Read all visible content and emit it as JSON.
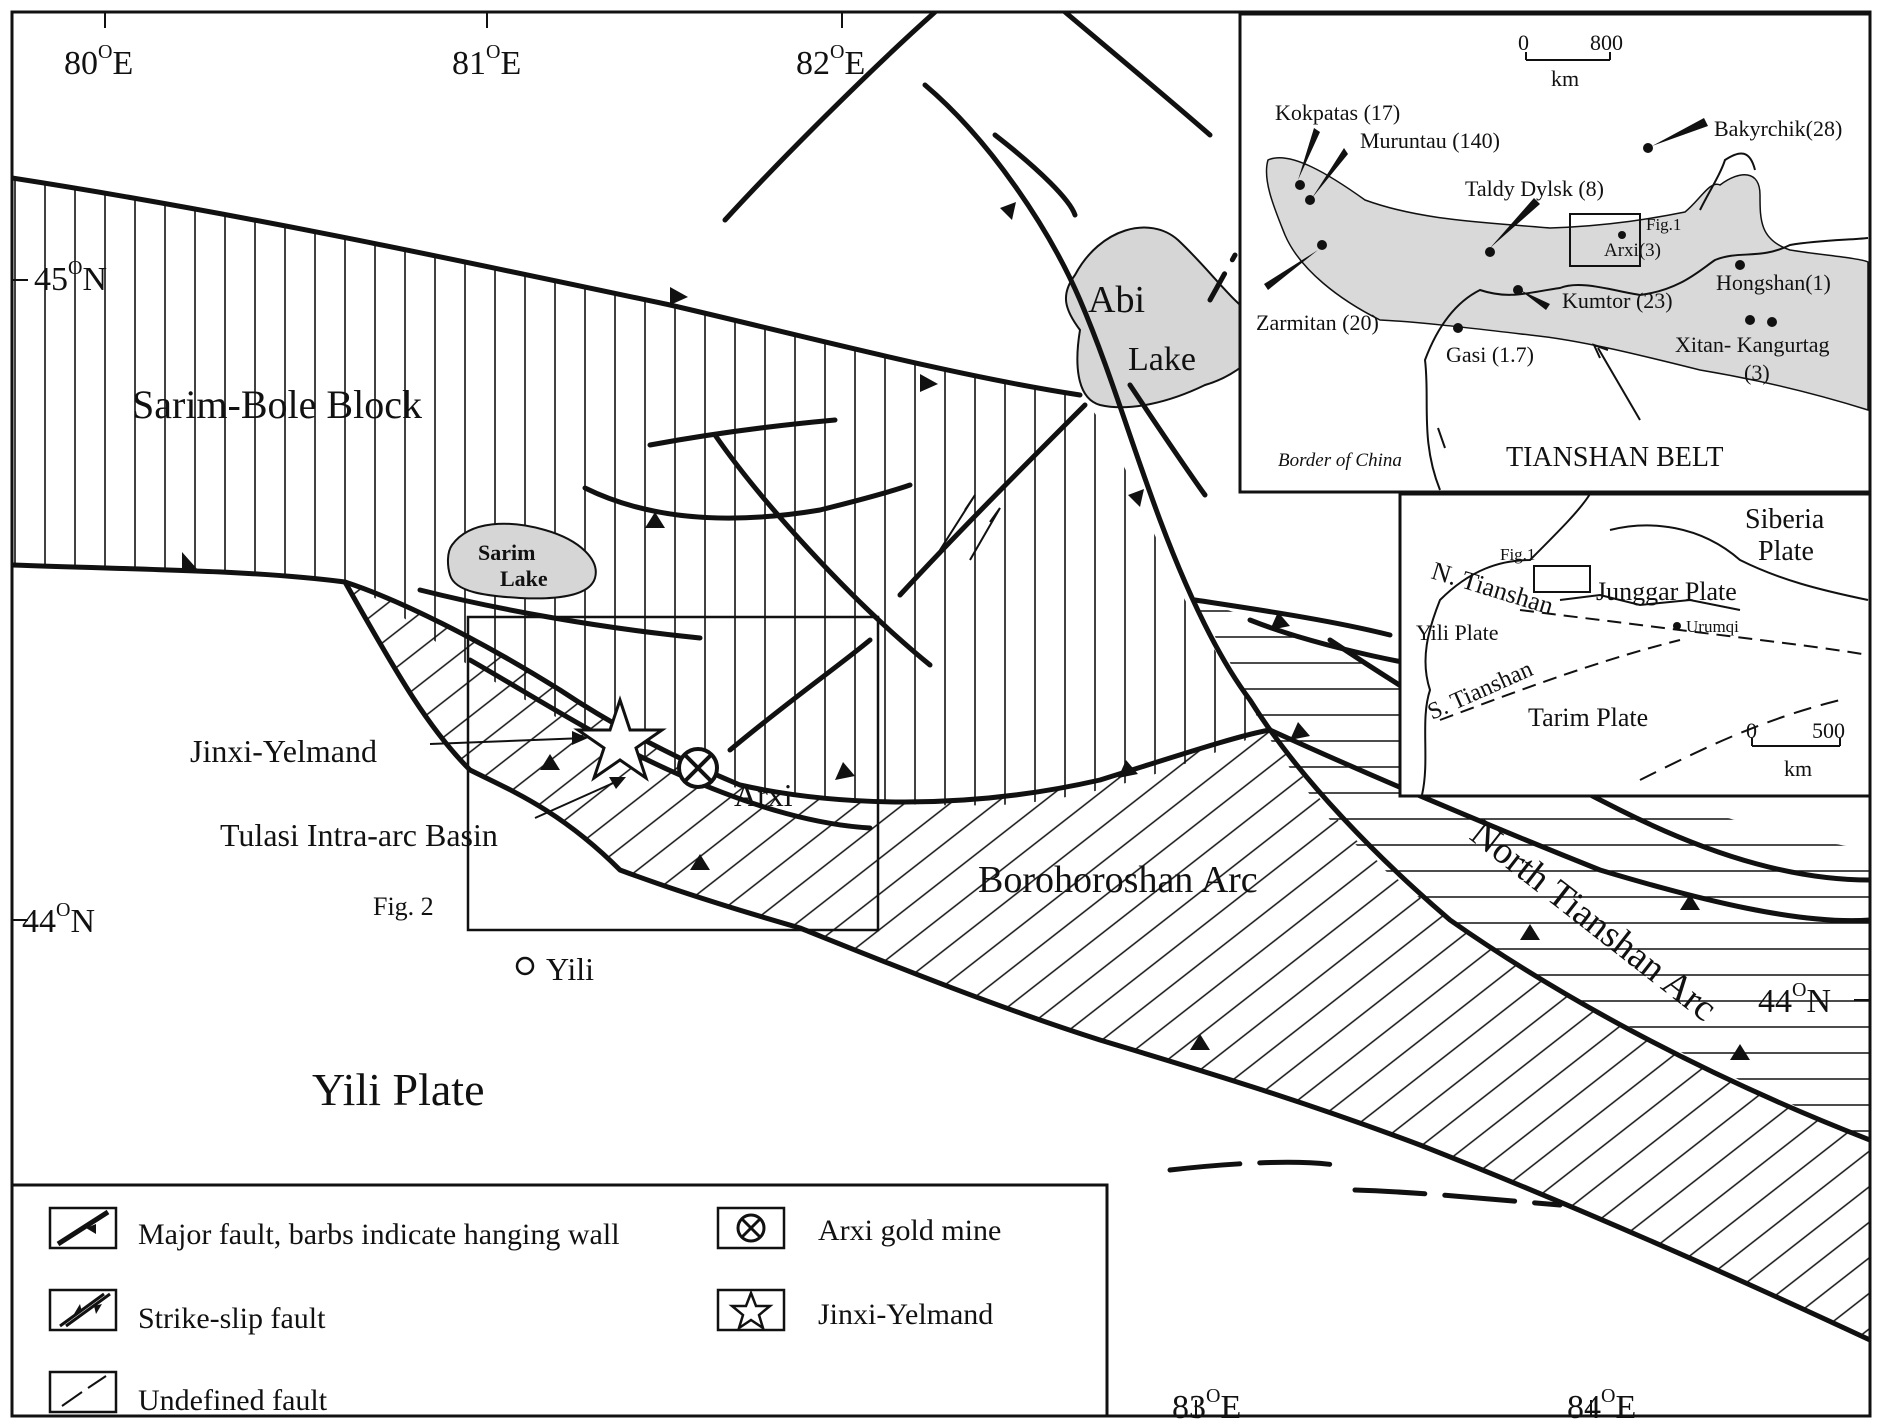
{
  "colors": {
    "ink": "#111111",
    "lake": "#d6d6d6",
    "inset_belt": "#d9d9d9",
    "paper": "#ffffff"
  },
  "graticule": {
    "lon_top": [
      "80",
      "81",
      "82"
    ],
    "lon_bottom": [
      "83",
      "84"
    ],
    "lat_left": [
      "45",
      "44"
    ],
    "lat_right": [
      "44"
    ],
    "deg_symbol": "O",
    "east": "E",
    "north": "N"
  },
  "map_labels": {
    "sarim_bole": "Sarim-Bole Block",
    "sarim_lake": [
      "Sarim",
      "Lake"
    ],
    "abi_lake": [
      "Abi",
      "Lake"
    ],
    "jinxi": "Jinxi-Yelmand",
    "tulasi": "Tulasi Intra-arc Basin",
    "arxi": "Arxi",
    "fig2": "Fig. 2",
    "yili_city": "Yili",
    "yili_plate": "Yili Plate",
    "borohoroshan": "Borohoroshan Arc",
    "north_tianshan": "North Tianshan Arc"
  },
  "inset_top": {
    "scale": {
      "zero": "0",
      "max": "800",
      "unit": "km"
    },
    "deposits": [
      {
        "name": "Kokpatas (17)"
      },
      {
        "name": "Muruntau (140)"
      },
      {
        "name": "Bakyrchik(28)"
      },
      {
        "name": "Taldy Dylsk (8)"
      },
      {
        "name": "Arxi(3)"
      },
      {
        "name": "Hongshan(1)"
      },
      {
        "name": "Zarmitan (20)"
      },
      {
        "name": "Kumtor (23)"
      },
      {
        "name": "Gasi (1.7)"
      },
      {
        "name": "Xitan- Kangurtag"
      },
      {
        "name": "(3)"
      }
    ],
    "fig1": "Fig.1",
    "border": "Border of China",
    "belt": "TIANSHAN BELT"
  },
  "inset_bottom": {
    "siberia": [
      "Siberia",
      "Plate"
    ],
    "fig1": "Fig.1",
    "n_tianshan": "N. Tianshan",
    "junggar": "Junggar Plate",
    "yili": "Yili Plate",
    "urumqi": "Urumqi",
    "s_tianshan": "S. Tianshan",
    "tarim": "Tarim Plate",
    "scale": {
      "zero": "0",
      "max": "500",
      "unit": "km"
    }
  },
  "legend": [
    {
      "id": "major-fault",
      "icon": "major-fault-icon",
      "label": "Major fault, barbs indicate hanging wall"
    },
    {
      "id": "strike-slip",
      "icon": "strike-slip-icon",
      "label": "Strike-slip fault"
    },
    {
      "id": "undefined",
      "icon": "undefined-fault-icon",
      "label": "Undefined fault"
    },
    {
      "id": "arxi-mine",
      "icon": "mine-symbol-icon",
      "label": "Arxi gold mine"
    },
    {
      "id": "jinxi",
      "icon": "star-icon",
      "label": "Jinxi-Yelmand"
    }
  ]
}
